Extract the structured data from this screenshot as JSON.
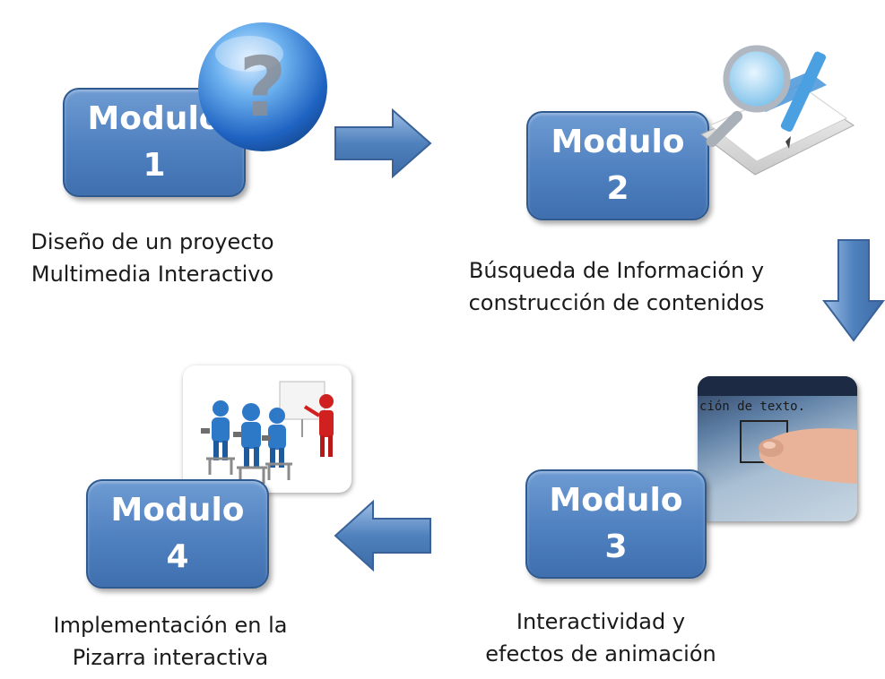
{
  "modules": [
    {
      "word": "Modulo",
      "number": "1",
      "caption": [
        "Diseño de un proyecto",
        "Multimedia Interactivo"
      ]
    },
    {
      "word": "Modulo",
      "number": "2",
      "caption": [
        "Búsqueda de Información y",
        "construcción de contenidos"
      ]
    },
    {
      "word": "Modulo",
      "number": "3",
      "caption": [
        "Interactividad y",
        "efectos de animación"
      ]
    },
    {
      "word": "Modulo",
      "number": "4",
      "caption": [
        "Implementación en la",
        "Pizarra interactiva"
      ]
    }
  ],
  "images": {
    "screen_text": "ción de texto."
  },
  "colors": {
    "module_fill": "#4f80bf",
    "arrow_fill": "#4f81bd",
    "figure_blue": "#2e78c8",
    "figure_red": "#d02020"
  },
  "icons": [
    "question-bubble-icon",
    "book-magnifier-icon",
    "touchscreen-finger-icon",
    "presentation-people-icon"
  ]
}
